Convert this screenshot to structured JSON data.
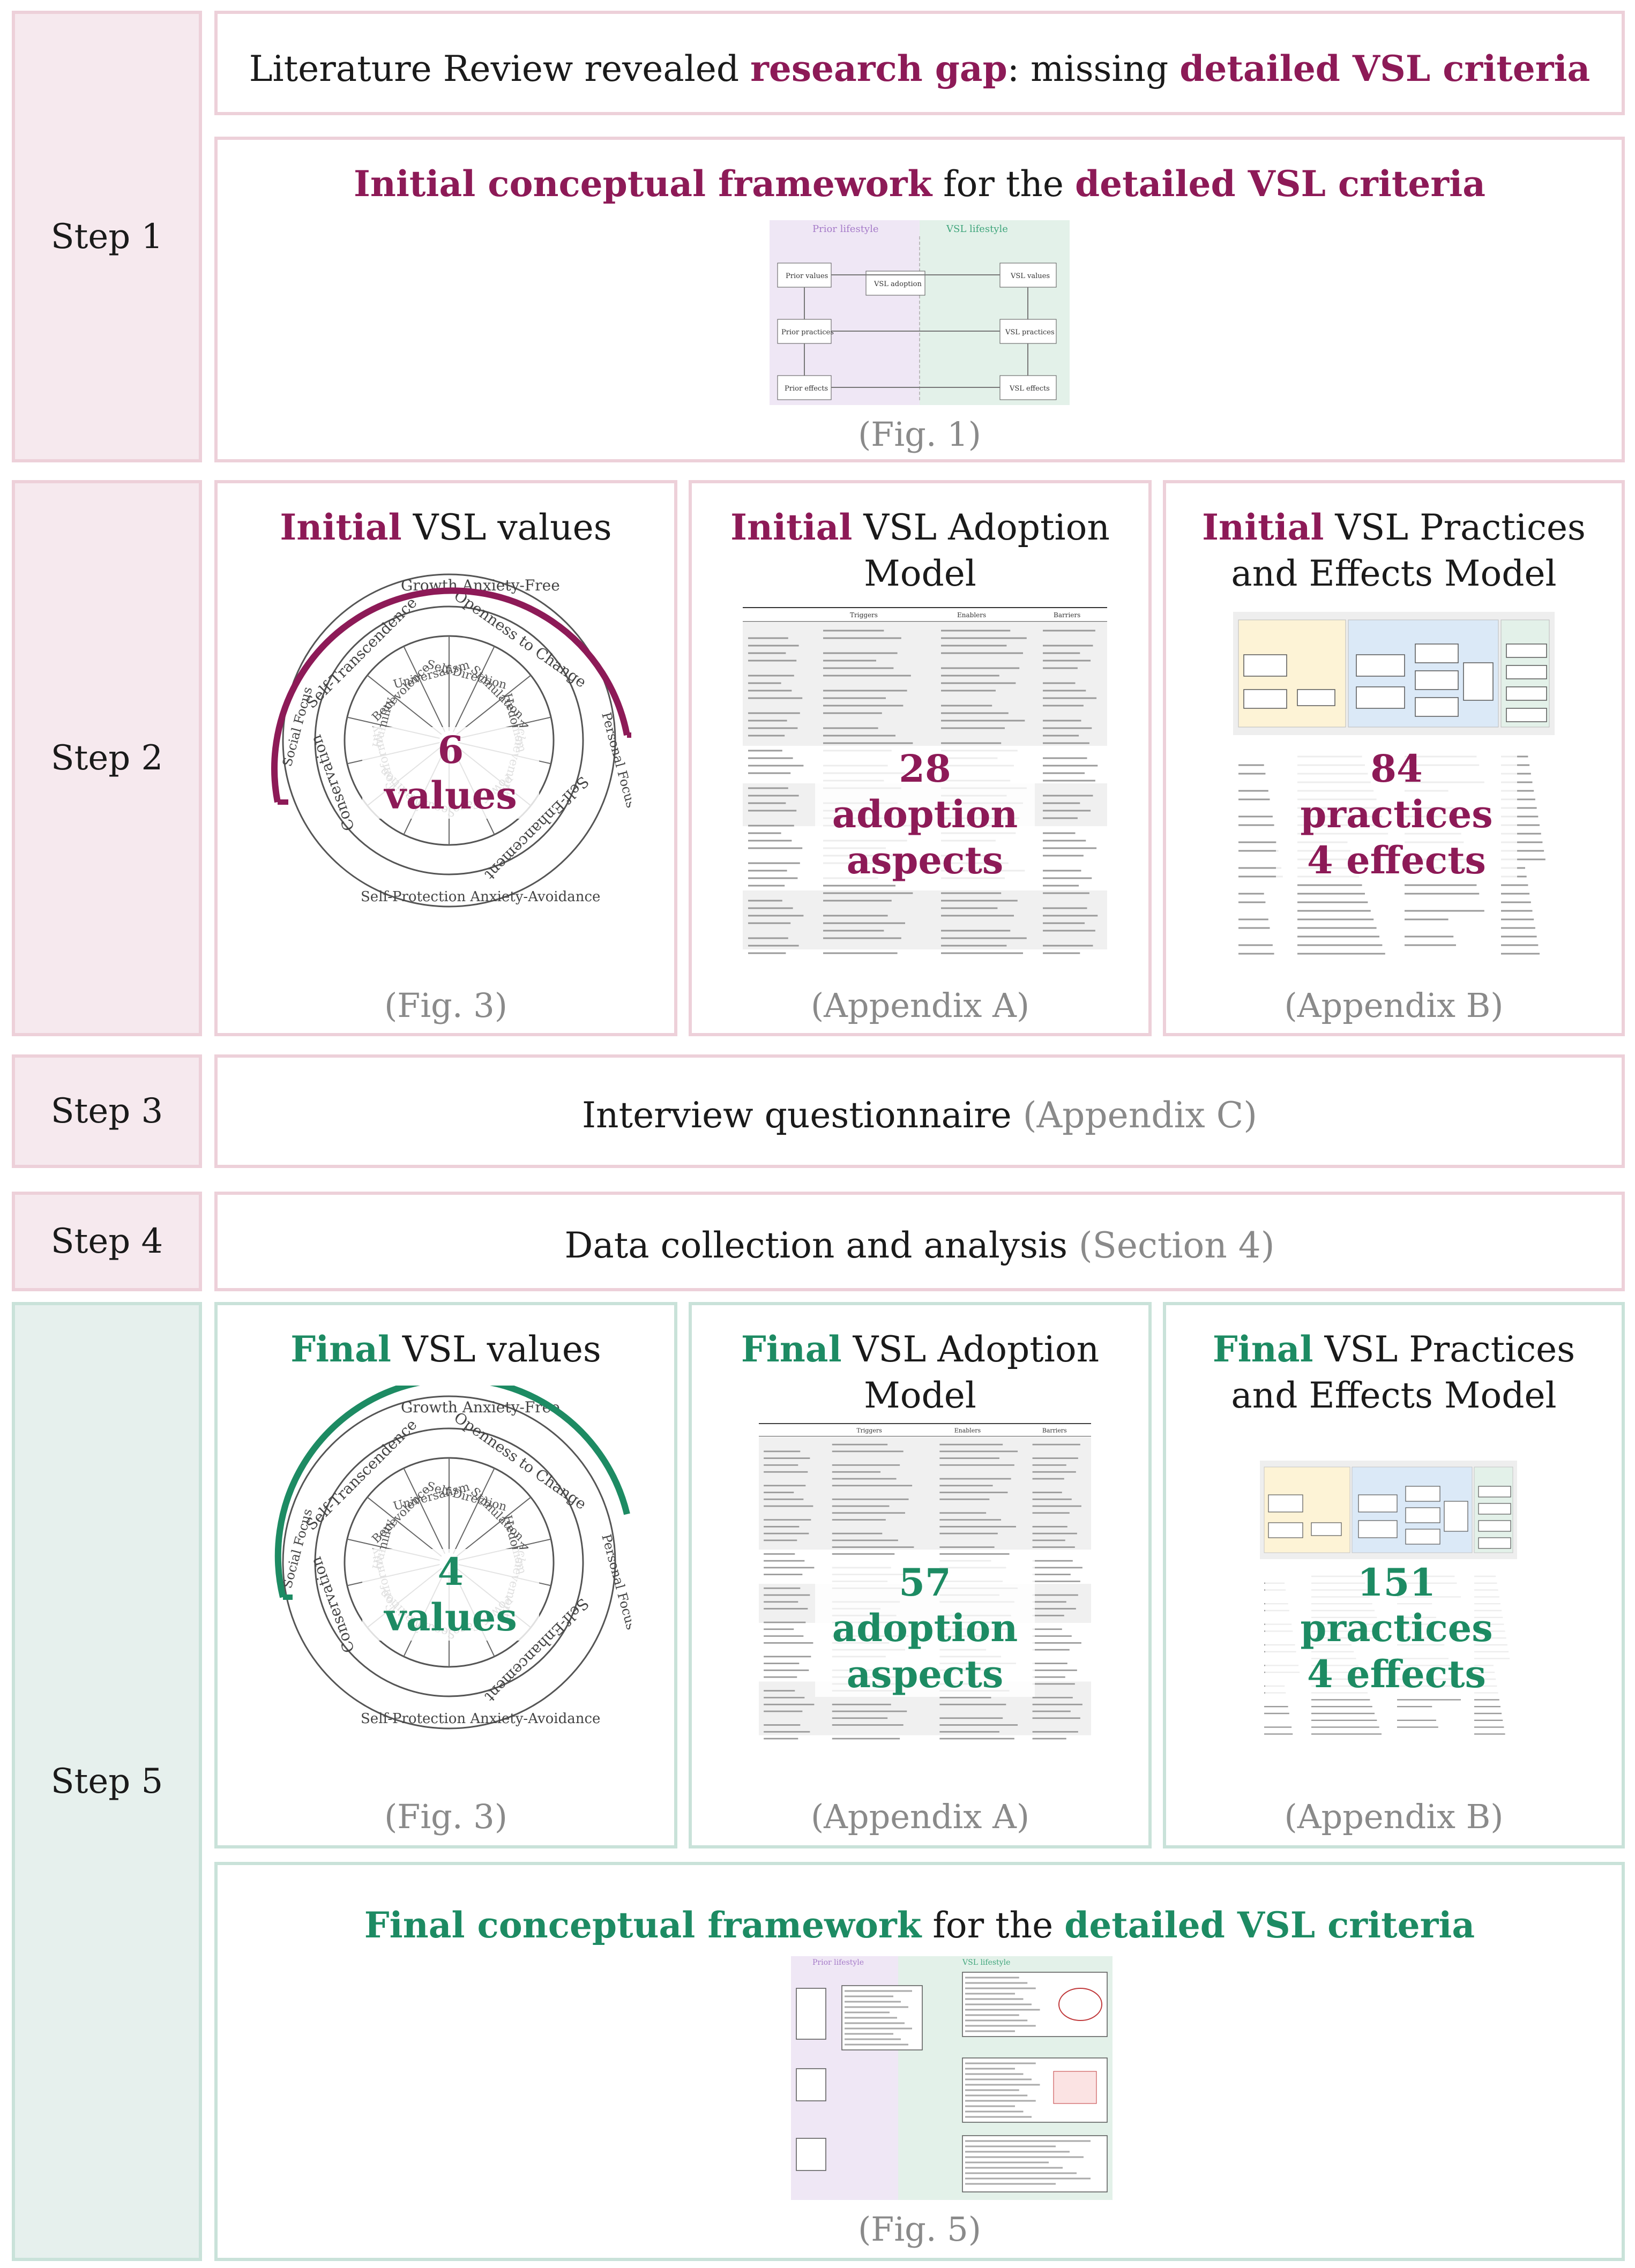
{
  "colors": {
    "initial": "#8d1a57",
    "final": "#1d8b63",
    "gray": "#8a8a8a",
    "pink_border": "#edd0d9",
    "green_border": "#c9e2d9"
  },
  "steps": {
    "s1": "Step 1",
    "s2": "Step 2",
    "s3": "Step 3",
    "s4": "Step 4",
    "s5": "Step 5"
  },
  "step1": {
    "lit": {
      "a": "Literature Review revealed ",
      "b": "research gap",
      "c": ": missing ",
      "d": "detailed VSL criteria"
    },
    "framework": {
      "a": "Initial conceptual framework",
      "b": " for the ",
      "c": "detailed VSL criteria"
    },
    "fig": "(Fig. 1)",
    "thumb": {
      "left_header": "Prior lifestyle",
      "right_header": "VSL lifestyle",
      "prior_values": "Prior values",
      "prior_practices": "Prior practices",
      "prior_effects": "Prior effects",
      "vsl_adoption": "VSL adoption",
      "vsl_values": "VSL values",
      "vsl_practices": "VSL practices",
      "vsl_effects": "VSL effects"
    }
  },
  "step2": {
    "values": {
      "a": "Initial",
      "b": " VSL values",
      "overlay": "6 values",
      "fig": "(Fig. 3)"
    },
    "adoption": {
      "a": "Initial",
      "b": " VSL Adoption",
      "c": "Model",
      "overlay1": "28 adoption",
      "overlay2": "aspects",
      "ref": "(Appendix A)"
    },
    "practices": {
      "a": "Initial",
      "b": " VSL Practices",
      "c": "and Effects Model",
      "overlay1": "84 practices",
      "overlay2": "4 effects",
      "ref": "(Appendix B)"
    }
  },
  "step3": {
    "a": "Interview questionnaire ",
    "b": "(Appendix C)"
  },
  "step4": {
    "a": "Data collection and analysis ",
    "b": "(Section 4)"
  },
  "step5": {
    "values": {
      "a": "Final",
      "b": " VSL values",
      "overlay": "4 values",
      "fig": "(Fig. 3)"
    },
    "adoption": {
      "a": "Final",
      "b": " VSL Adoption",
      "c": "Model",
      "overlay1": "57 adoption",
      "overlay2": "aspects",
      "ref": "(Appendix A)"
    },
    "practices": {
      "a": "Final",
      "b": " VSL Practices",
      "c": "and Effects Model",
      "overlay1": "151 practices",
      "overlay2": "4 effects",
      "ref": "(Appendix B)"
    },
    "framework": {
      "a": "Final conceptual framework",
      "b": " for the ",
      "c": "detailed VSL criteria",
      "fig": "(Fig. 5)"
    }
  },
  "circle": {
    "outer_top": "Growth Anxiety-Free",
    "outer_bottom": "Self-Protection Anxiety-Avoidance",
    "ring2": [
      "Openness to Change",
      "Self-Enhancement",
      "Conservation",
      "Self-Transcendence"
    ],
    "side_left": "Social Focus",
    "side_right": "Personal Focus",
    "inner": [
      "Self-Direction",
      "Stimulation",
      "Hedonism",
      "Achievement",
      "Power",
      "Face",
      "Security",
      "Tradition",
      "Conformity",
      "Humility",
      "Benevolence",
      "Universalism"
    ]
  },
  "table_headers": {
    "col1": "Triggers",
    "col2": "Enablers",
    "col3": "Barriers"
  }
}
